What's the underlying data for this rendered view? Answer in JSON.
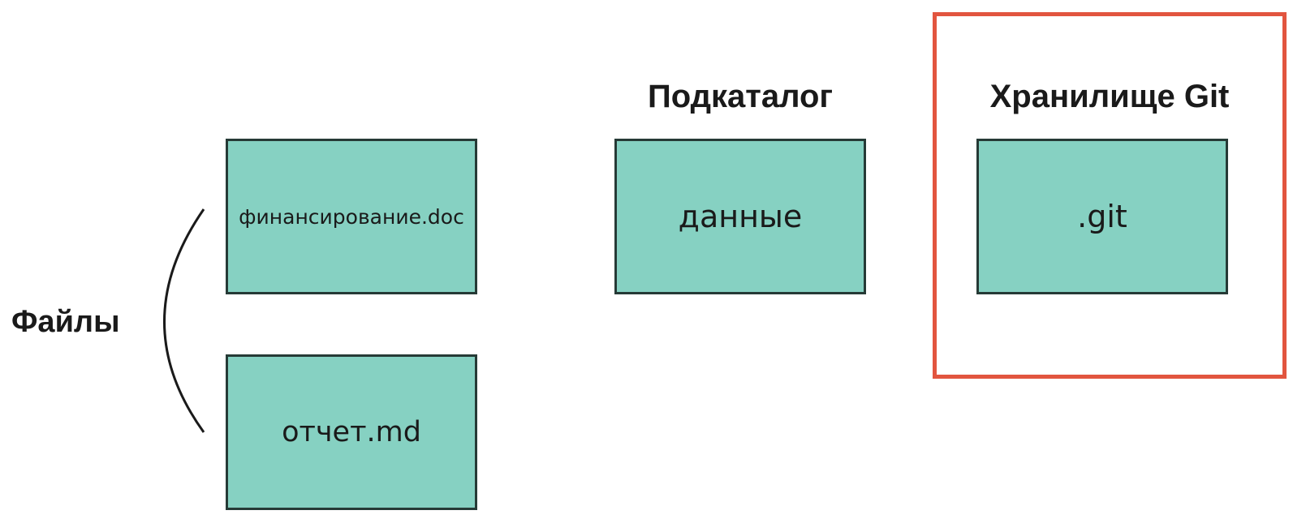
{
  "colors": {
    "box_fill": "#86d1c2",
    "box_border": "#263a36",
    "highlight_border": "#e2553f",
    "text": "#1a1a1a"
  },
  "files_group": {
    "label": "Файлы",
    "items": [
      {
        "label": "финансирование.doc"
      },
      {
        "label": "отчет.md"
      }
    ]
  },
  "subdirectory": {
    "heading": "Подкаталог",
    "label": "данные"
  },
  "git_repo": {
    "heading": "Хранилище Git",
    "label": ".git"
  }
}
